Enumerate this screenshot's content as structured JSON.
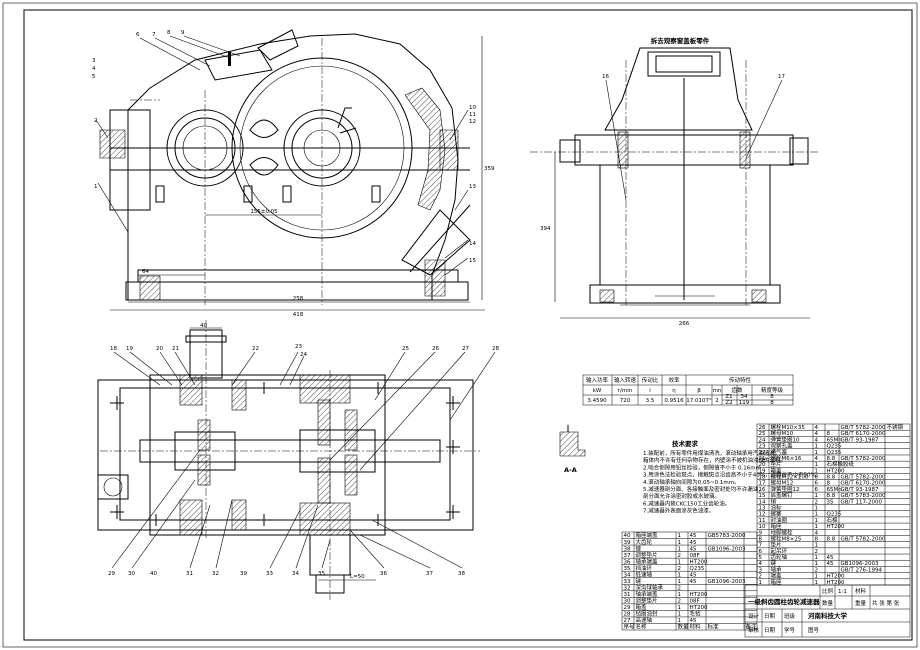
{
  "top_view_title": "拆去观察窗盖板零件",
  "section_label": "A-A",
  "tech_req_title": "技术要求",
  "tech_req_lines": [
    "1.装配前，所有零件用煤油清洗，滚动轴承用汽油清洗，",
    "  箱体内不许有任何杂物存在，内壁涂不被机油浸蚀的涂料。",
    "2.啮合侧隙用铅丝检验，侧隙值不小于 0.16mm",
    "3.用涂色法检验斑点，接触斑点沿齿高不小于40%，沿齿长不小于50%。",
    "4.滚动轴承轴向间隙为0.05~0.1mm。",
    "5.减速器剖分面、各接触面及密封处均不许漏油，",
    "  剖分面允许涂密封胶或水玻璃。",
    "6.减速器内装CKC150工业齿轮油。",
    "7.减速器外表面涂灰色油漆。"
  ],
  "spec_table": {
    "headers": [
      "输入功率",
      "输入转速",
      "传动比",
      "效率",
      "传动特性"
    ],
    "units": [
      "kW",
      "r/min",
      "i",
      "η"
    ],
    "sub_headers": [
      "β",
      "mn",
      "齿数",
      "精度等级"
    ],
    "values": [
      "3.4590",
      "720",
      "3.5",
      "0.9516",
      "17.0107°",
      "2"
    ],
    "teeth": [
      [
        "Z1",
        "34",
        "8"
      ],
      [
        "Z2",
        "119",
        "8"
      ]
    ]
  },
  "dims": {
    "center_dist": "155±0.05",
    "top_width": "258",
    "top_total": "418",
    "height_right": "359",
    "side_width": "266",
    "side_height": "394",
    "bot_shaft": "L=50"
  },
  "part_labels_top": [
    "1",
    "2",
    "3",
    "4",
    "5",
    "6",
    "7",
    "8",
    "9",
    "10",
    "11",
    "12",
    "13",
    "14",
    "15"
  ],
  "part_labels_side": [
    "16",
    "17"
  ],
  "part_labels_plan": [
    "18",
    "19",
    "20",
    "21",
    "22",
    "23",
    "24",
    "25",
    "26",
    "27",
    "28",
    "29",
    "30",
    "31",
    "32",
    "33",
    "34",
    "35",
    "36",
    "37",
    "38",
    "39",
    "40"
  ],
  "bom_left": [
    [
      "40",
      "箱座端盖",
      "1",
      "45",
      "GB5783-2000"
    ],
    [
      "39",
      "大齿轮",
      "1",
      "45",
      ""
    ],
    [
      "38",
      "键",
      "1",
      "45",
      "GB1096-2003"
    ],
    [
      "37",
      "调整垫片",
      "2",
      "08F",
      ""
    ],
    [
      "36",
      "轴承端盖",
      "1",
      "HT200",
      ""
    ],
    [
      "35",
      "挡油环",
      "2",
      "Q235",
      ""
    ],
    [
      "34",
      "低速轴",
      "1",
      "45",
      ""
    ],
    [
      "33",
      "键",
      "1",
      "45",
      "GB1096-2003"
    ],
    [
      "32",
      "深沟球轴承",
      "2",
      "",
      ""
    ],
    [
      "31",
      "轴承端盖",
      "1",
      "HT200",
      ""
    ],
    [
      "30",
      "调整垫片",
      "2",
      "08F",
      ""
    ],
    [
      "29",
      "箱盖",
      "1",
      "HT200",
      ""
    ],
    [
      "28",
      "毡圈油封",
      "1",
      "毛毡",
      ""
    ],
    [
      "27",
      "高速轴",
      "1",
      "45",
      ""
    ]
  ],
  "bom_left_header": [
    "序号",
    "名称",
    "数量",
    "材料",
    "标准",
    "备注"
  ],
  "bom_right": [
    [
      "26",
      "螺栓M10×35",
      "4",
      "",
      "GB/T 5782-2000",
      "不锈钢"
    ],
    [
      "25",
      "螺母M10",
      "4",
      "8",
      "GB/T 6170-2000",
      ""
    ],
    [
      "24",
      "弹簧垫圈10",
      "4",
      "65Mn",
      "GB/T 93-1987",
      ""
    ],
    [
      "23",
      "观察孔盖",
      "1",
      "Q235",
      ""
    ],
    [
      "22",
      "通气塞",
      "1",
      "Q235",
      ""
    ],
    [
      "21",
      "螺栓M6×16",
      "4",
      "8.8",
      "GB/T 5782-2000",
      ""
    ],
    [
      "20",
      "垫片",
      "1",
      "石棉橡胶纸",
      ""
    ],
    [
      "19",
      "箱盖",
      "1",
      "HT200",
      ""
    ],
    [
      "18",
      "螺栓M12×100",
      "6",
      "8.8",
      "GB/T 5782-2000",
      ""
    ],
    [
      "17",
      "螺母M12",
      "6",
      "8",
      "GB/T 6170-2000",
      ""
    ],
    [
      "16",
      "弹簧垫圈12",
      "6",
      "65Mn",
      "GB/T 93-1987",
      ""
    ],
    [
      "15",
      "启盖螺钉",
      "1",
      "8.8",
      "GB/T 5783-2000",
      ""
    ],
    [
      "14",
      "销",
      "2",
      "35",
      "GB/T 117-2000",
      ""
    ],
    [
      "13",
      "油标",
      "1",
      "",
      ""
    ],
    [
      "12",
      "螺塞",
      "1",
      "Q235",
      ""
    ],
    [
      "11",
      "封油圈",
      "1",
      "石棉",
      ""
    ],
    [
      "10",
      "箱座",
      "1",
      "HT200",
      ""
    ],
    [
      "9",
      "地脚螺栓",
      "4",
      "",
      ""
    ],
    [
      "8",
      "螺栓M8×25",
      "8",
      "8.8",
      "GB/T 5782-2000",
      ""
    ],
    [
      "7",
      "垫片",
      "1",
      "",
      ""
    ],
    [
      "6",
      "起吊环",
      "2",
      "",
      ""
    ],
    [
      "5",
      "齿轮轴",
      "1",
      "45",
      ""
    ],
    [
      "4",
      "键",
      "1",
      "45",
      "GB1096-2003",
      ""
    ],
    [
      "3",
      "轴承",
      "2",
      "",
      "GB/T 276-1994",
      ""
    ],
    [
      "2",
      "端盖",
      "1",
      "HT200",
      ""
    ],
    [
      "1",
      "箱座",
      "1",
      "HT200",
      ""
    ]
  ],
  "title_block": {
    "drawing_name": "一级斜齿圆柱齿轮减速器",
    "scale_label": "比例",
    "scale_value": "1:1",
    "material_label": "材料",
    "sheet_label": "数量",
    "weight_label": "重量",
    "designer_label": "设计",
    "checker_label": "审核",
    "school": "河南科技大学",
    "class_label": "班级",
    "student_no": "学号",
    "sheet_no": "共 张 第 张",
    "drawing_no": "图号",
    "date_label": "日期"
  }
}
